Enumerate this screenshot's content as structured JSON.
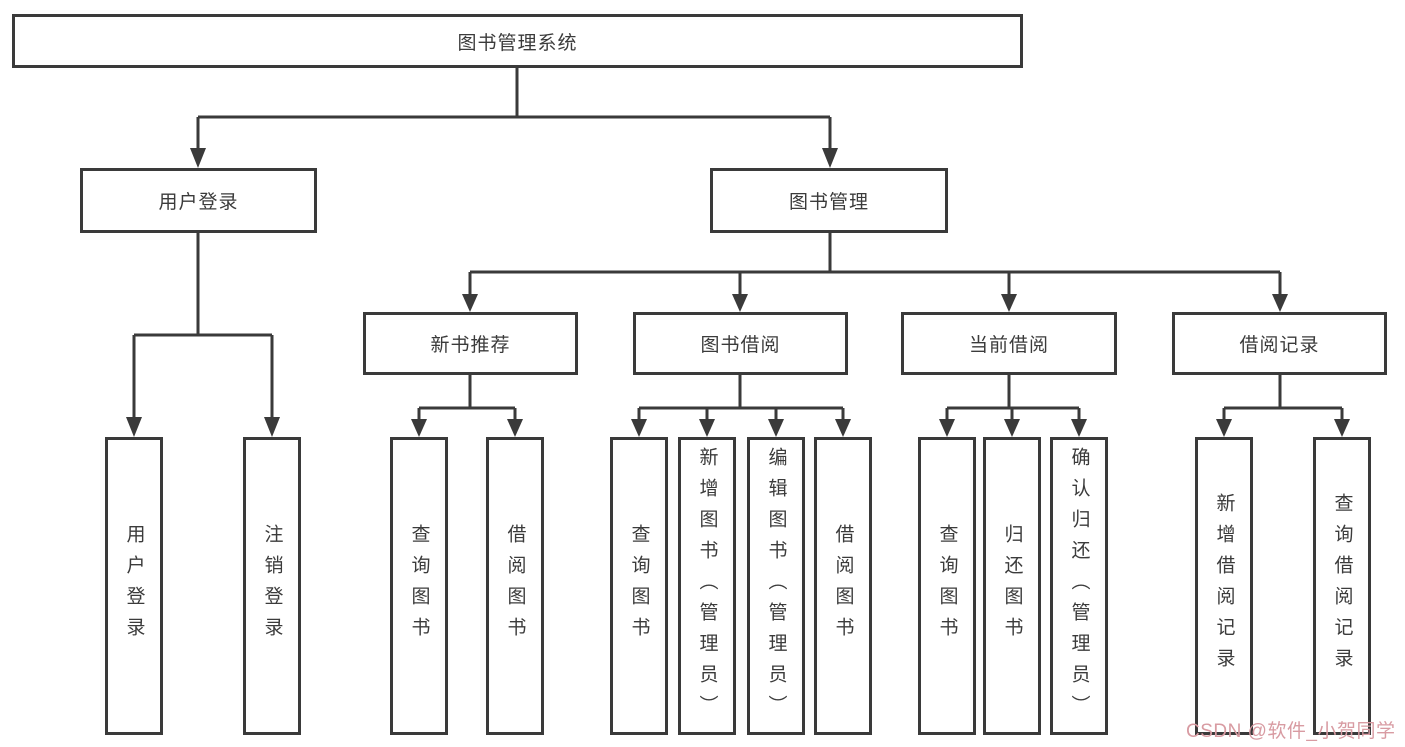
{
  "diagram": {
    "title": "图书管理系统",
    "colors": {
      "line": "#3a3a3a",
      "text": "#3b3b3b",
      "background": "#ffffff",
      "watermark": "#d89ba2"
    },
    "root": {
      "label": "图书管理系统"
    },
    "level2": [
      {
        "label": "用户登录"
      },
      {
        "label": "图书管理"
      }
    ],
    "level3": [
      {
        "label": "新书推荐",
        "parent": "图书管理"
      },
      {
        "label": "图书借阅",
        "parent": "图书管理"
      },
      {
        "label": "当前借阅",
        "parent": "图书管理"
      },
      {
        "label": "借阅记录",
        "parent": "图书管理"
      }
    ],
    "leaves": [
      {
        "label": "用户登录",
        "parent": "用户登录"
      },
      {
        "label": "注销登录",
        "parent": "用户登录"
      },
      {
        "label": "查询图书",
        "parent": "新书推荐"
      },
      {
        "label": "借阅图书",
        "parent": "新书推荐"
      },
      {
        "label": "查询图书",
        "parent": "图书借阅"
      },
      {
        "label": "新增图书（管理员）",
        "parent": "图书借阅"
      },
      {
        "label": "编辑图书（管理员）",
        "parent": "图书借阅"
      },
      {
        "label": "借阅图书",
        "parent": "图书借阅"
      },
      {
        "label": "查询图书",
        "parent": "当前借阅"
      },
      {
        "label": "归还图书",
        "parent": "当前借阅"
      },
      {
        "label": "确认归还（管理员）",
        "parent": "当前借阅"
      },
      {
        "label": "新增借阅记录",
        "parent": "借阅记录"
      },
      {
        "label": "查询借阅记录",
        "parent": "借阅记录"
      }
    ],
    "watermark": {
      "text": "CSDN @软件_小贺同学"
    }
  }
}
